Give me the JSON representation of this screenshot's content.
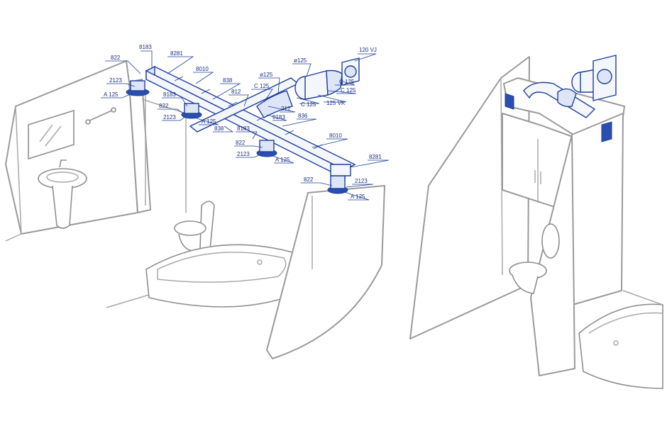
{
  "colors": {
    "line": "#9a9a9a",
    "duct": "#1f3f9a",
    "label": "#1a2f80",
    "background": "#ffffff"
  },
  "labels": {
    "l_8183_top": "8183",
    "l_822_top": "822",
    "l_8281_top": "8281",
    "l_8010_top": "8010",
    "l_2123_top": "2123",
    "l_a125_top": "A 125",
    "l_8183_mid": "8183",
    "l_822_mid": "822",
    "l_2123_mid": "2123",
    "l_a125_mid": "A 125",
    "l_838_top": "838",
    "l_812": "812",
    "l_c125_mid": "C 125",
    "l_d125_mid": "ø125",
    "l_d125_right": "ø125",
    "l_120vj": "120 VJ",
    "l_c125_r1": "C 125",
    "l_c125_r2": "C 125",
    "l_c125_r3": "C 125",
    "l_125vk": "125 VK",
    "l_212": "212",
    "l_8183_low": "8183",
    "l_836": "836",
    "l_838_low": "838",
    "l_8183_low2": "8183",
    "l_822_low": "822",
    "l_2123_low": "2123",
    "l_a125_low": "A 125",
    "l_8010_right": "8010",
    "l_8281_right": "8281",
    "l_822_right": "822",
    "l_2123_right": "2123",
    "l_a125_right": "A 125"
  }
}
